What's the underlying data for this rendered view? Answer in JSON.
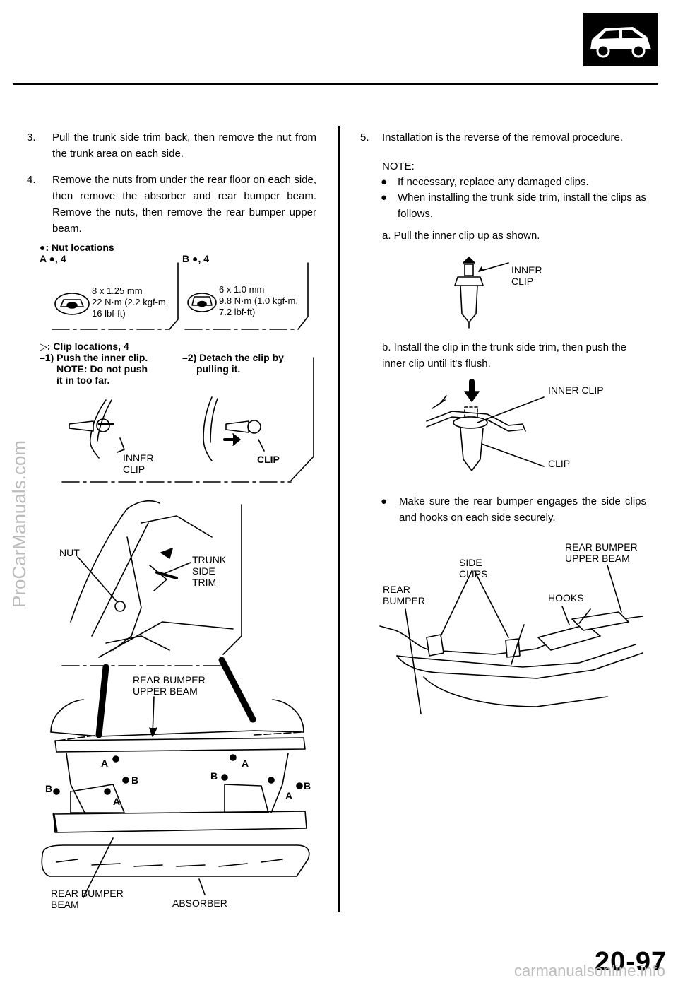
{
  "header": {
    "icon": "car-icon"
  },
  "left": {
    "step3_num": "3.",
    "step3_text": "Pull the trunk side trim back, then remove the nut from the trunk area on each side.",
    "step4_num": "4.",
    "step4_text": "Remove the nuts from under the rear floor on each side, then remove the absorber and rear bumper beam. Remove the nuts, then remove the rear bumper upper beam.",
    "nut_locations": "●: Nut locations",
    "a_count": "A ●, 4",
    "b_count": "B ●, 4",
    "nut_a_spec1": "8 x 1.25 mm",
    "nut_a_spec2": "22 N·m (2.2 kgf-m,",
    "nut_a_spec3": "16 lbf-ft)",
    "nut_b_spec1": "6 x 1.0 mm",
    "nut_b_spec2": "9.8 N·m (1.0 kgf-m,",
    "nut_b_spec3": "7.2 lbf-ft)",
    "clip_locations": "▷: Clip locations, 4",
    "step_push": "–1) Push the inner clip.",
    "note_push1": "NOTE: Do not push",
    "note_push2": "it in too far.",
    "step_detach1": "–2) Detach the clip by",
    "step_detach2": "pulling it.",
    "inner_clip1": "INNER",
    "inner_clip2": "CLIP",
    "clip": "CLIP",
    "nut": "NUT",
    "trunk1": "TRUNK",
    "trunk2": "SIDE",
    "trunk3": "TRIM",
    "rbub1": "REAR BUMPER",
    "rbub2": "UPPER BEAM",
    "rbb1": "REAR BUMPER",
    "rbb2": "BEAM",
    "absorber": "ABSORBER",
    "letter_a": "A",
    "letter_b": "B"
  },
  "right": {
    "step5_num": "5.",
    "step5_text": "Installation is the reverse of the removal procedure.",
    "note": "NOTE:",
    "bullet1": "If necessary, replace any damaged clips.",
    "bullet2": "When installing the trunk side trim, install the clips as follows.",
    "sub_a": "a. Pull the inner clip up as shown.",
    "inner_clip1": "INNER",
    "inner_clip2": "CLIP",
    "sub_b": "b. Install the clip in the trunk side trim, then push the inner clip until it's flush.",
    "inner_clip_full": "INNER CLIP",
    "clip": "CLIP",
    "bullet3": "Make sure the rear bumper engages the side clips and hooks on each side securely.",
    "rbub1": "REAR BUMPER",
    "rbub2": "UPPER BEAM",
    "side1": "SIDE",
    "side2": "CLIPS",
    "rear1": "REAR",
    "rear2": "BUMPER",
    "hooks": "HOOKS"
  },
  "footer": {
    "page_number": "20-97",
    "watermark_side": "ProCarManuals.com",
    "watermark_bottom": "carmanualsonline.info"
  }
}
